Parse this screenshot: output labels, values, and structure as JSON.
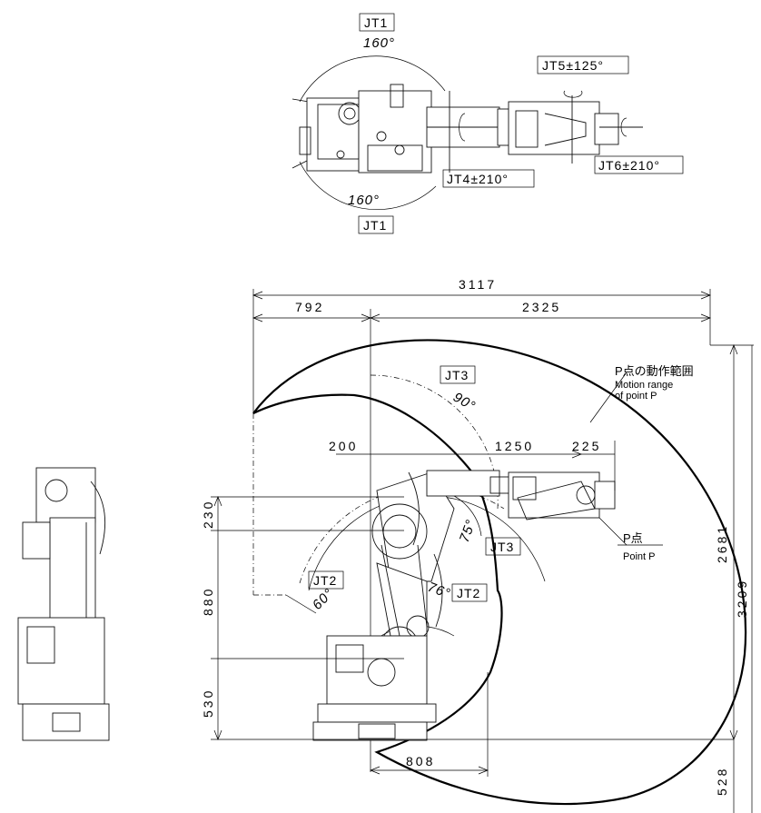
{
  "top_view": {
    "jt1_label_top": "JT1",
    "jt1_angle_top": "160°",
    "jt1_angle_bottom": "160°",
    "jt1_label_bottom": "JT1",
    "jt5_label": "JT5±125°",
    "jt4_label": "JT4±210°",
    "jt6_label": "JT6±210°"
  },
  "side_view": {
    "dims": {
      "total_width": "3117",
      "rear_reach": "792",
      "front_reach": "2325",
      "offset_200": "200",
      "arm_1250": "1250",
      "wrist_225": "225",
      "h_230": "230",
      "h_880": "880",
      "h_530": "530",
      "bottom_808": "808",
      "height_2681": "2681",
      "height_3209": "3209",
      "low_528": "528"
    },
    "jt3_label_upper": "JT3",
    "jt3_angle_upper": "90°",
    "jt3_label_lower": "JT3",
    "jt3_angle_lower": "75°",
    "jt2_label_left": "JT2",
    "jt2_angle_left": "60°",
    "jt2_label_right": "JT2",
    "jt2_angle_right": "76°",
    "motion_range_jp": "P点の動作範囲",
    "motion_range_en_1": "Motion range",
    "motion_range_en_2": "of point P",
    "point_p_jp": "P点",
    "point_p_en": "Point P"
  }
}
